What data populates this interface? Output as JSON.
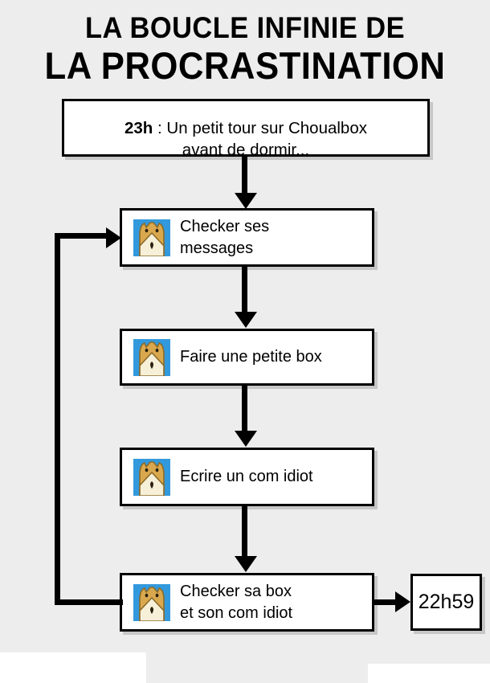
{
  "title": {
    "line1": "LA BOUCLE INFINIE DE",
    "line2": "LA PROCRASTINATION"
  },
  "colors": {
    "background": "#ededed",
    "box_fill": "#ffffff",
    "box_border": "#000000",
    "text": "#000000",
    "icon_background": "#3399dd",
    "icon_fur": "#d9a84e",
    "icon_muzzle": "#f7f0d8",
    "icon_outline": "#8a6a28"
  },
  "flow": {
    "intro": {
      "time": "23h",
      "separator": " : ",
      "text_line1": "Un petit tour sur Choualbox",
      "text_line2": "avant de dormir...",
      "full_text": "23h : Un petit tour sur Choualbox avant de dormir..."
    },
    "steps": [
      {
        "id": "messages",
        "icon": "choualbox-avatar-icon",
        "label": "Checker ses\nmessages"
      },
      {
        "id": "box",
        "icon": "choualbox-avatar-icon",
        "label": "Faire une petite box"
      },
      {
        "id": "comment",
        "icon": "choualbox-avatar-icon",
        "label": "Ecrire un com idiot"
      },
      {
        "id": "check",
        "icon": "choualbox-avatar-icon",
        "label": "Checker sa box\net son com idiot"
      }
    ],
    "end": {
      "id": "time",
      "label": "22h59"
    }
  },
  "connectors": [
    {
      "id": "intro-to-messages",
      "icon": "arrow-down-icon"
    },
    {
      "id": "messages-to-box",
      "icon": "arrow-down-icon"
    },
    {
      "id": "box-to-comment",
      "icon": "arrow-down-icon"
    },
    {
      "id": "comment-to-check",
      "icon": "arrow-down-icon"
    },
    {
      "id": "check-to-time",
      "icon": "arrow-right-icon"
    },
    {
      "id": "check-back-to-messages",
      "icon": "loop-arrow-icon"
    }
  ]
}
